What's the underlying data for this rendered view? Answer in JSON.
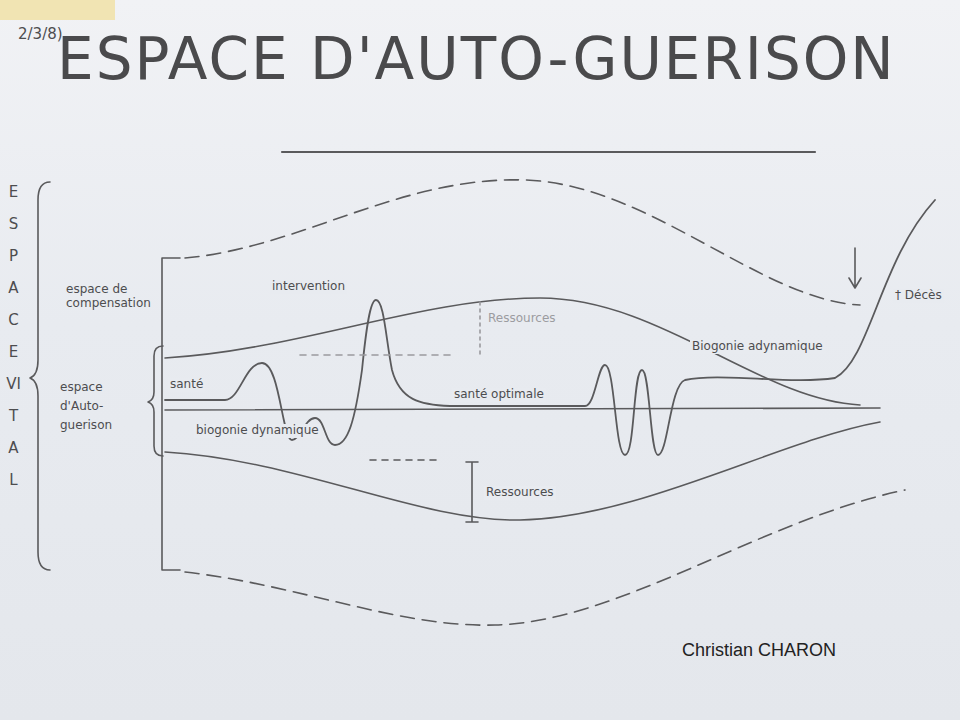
{
  "diagram": {
    "title": "ESPACE D'AUTO-GUERISON",
    "labels": [
      "2/3/8)",
      "ESPACE VITAL",
      "espace de compensation",
      "espace d'Auto-guerison",
      "santé",
      "biogonie dynamique",
      "intervention",
      "Ressources",
      "santé optimale",
      "Biogonie adynamique",
      "† Décès",
      "Ressources",
      "Christian CHARON"
    ]
  }
}
